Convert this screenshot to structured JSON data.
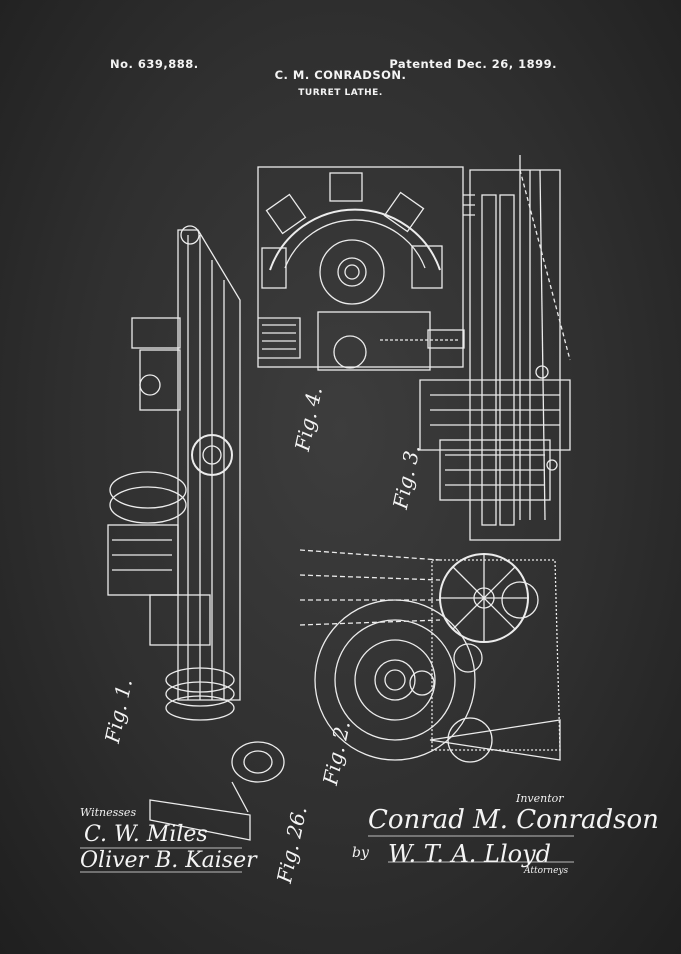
{
  "header": {
    "patent_number": "No. 639,888.",
    "patent_date": "Patented Dec. 26, 1899.",
    "inventor_name": "C. M. CONRADSON.",
    "title": "TURRET LATHE."
  },
  "figures": {
    "fig1": "Fig. 1.",
    "fig2": "Fig. 2.",
    "fig3": "Fig. 3.",
    "fig4": "Fig. 4.",
    "fig26": "Fig. 26."
  },
  "footer": {
    "witnesses_label": "Witnesses",
    "witness_1": "C. W. Miles",
    "witness_2": "Oliver B. Kaiser",
    "inventor_label": "Inventor",
    "inventor_signature": "Conrad M. Conradson",
    "by_label": "by",
    "attorney_signature": "W. T. A. Lloyd",
    "attorneys_label": "Attorneys"
  },
  "colors": {
    "background": "#333333",
    "ink": "#f2f2f2"
  }
}
